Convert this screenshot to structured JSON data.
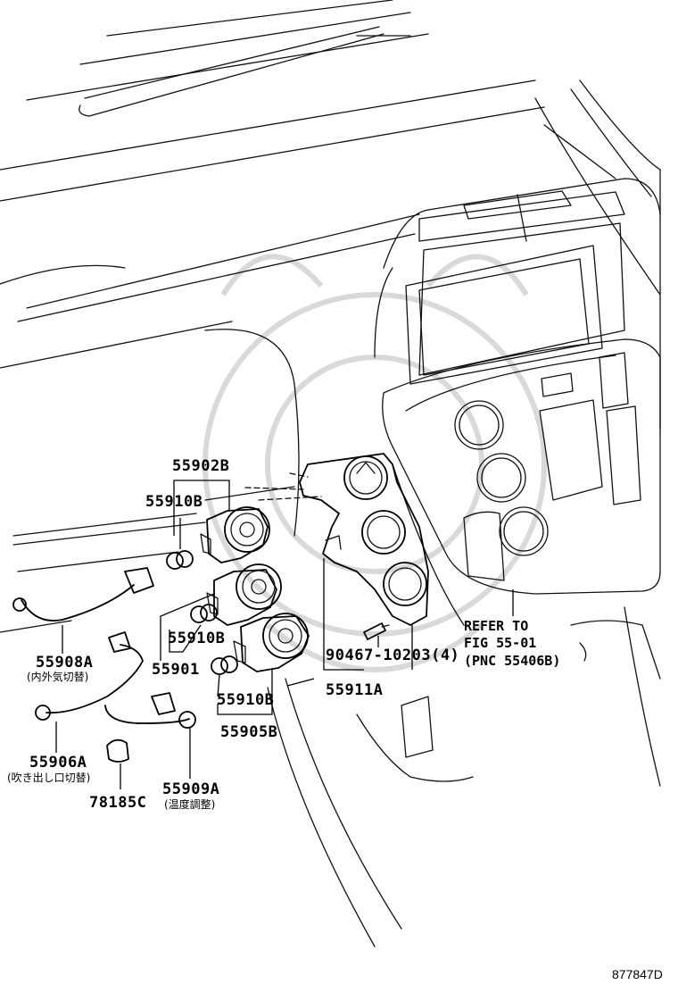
{
  "labels": {
    "p55902b": "55902B",
    "p55910b_1": "55910B",
    "p55910b_2": "55910B",
    "p55910b_3": "55910B",
    "p55901": "55901",
    "p55905b": "55905B",
    "p55908a": "55908A",
    "p55908a_note": "(内外気切替)",
    "p55906a": "55906A",
    "p55906a_note": "(吹き出し口切替)",
    "p78185c": "78185C",
    "p55909a": "55909A",
    "p55909a_note": "(温度調整)",
    "p90467": "90467-10203(4)",
    "p55911a": "55911A",
    "refer_line1": "REFER TO",
    "refer_line2": "FIG 55-01",
    "refer_line3": "(PNC 55406B)"
  },
  "figure_code": "877847D"
}
